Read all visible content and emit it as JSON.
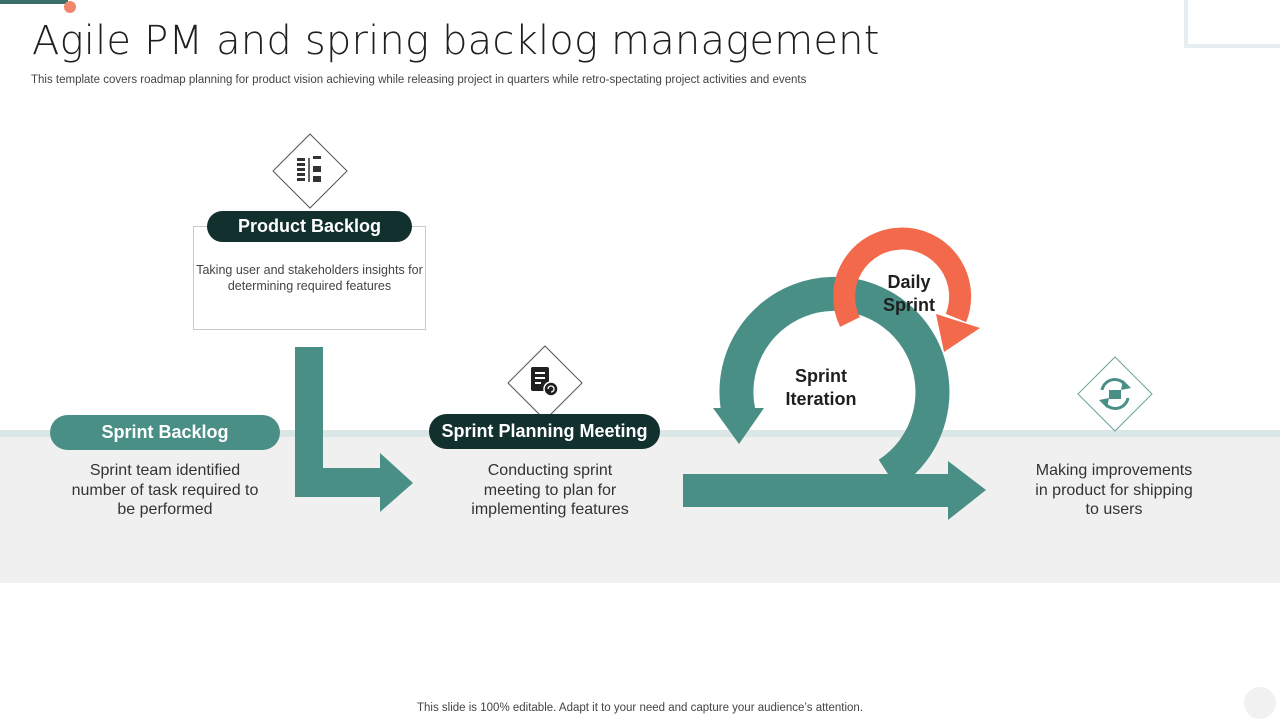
{
  "header": {
    "title": "Agile PM and spring backlog management",
    "subtitle": "This template covers roadmap planning for product vision achieving while releasing project in quarters while retro-spectating project activities and events"
  },
  "steps": {
    "product_backlog": {
      "label": "Product Backlog",
      "description": "Taking user and stakeholders insights for determining required features",
      "icon": "backlog-list-icon"
    },
    "sprint_backlog": {
      "label": "Sprint Backlog",
      "description": "Sprint team identified number of task required to be performed"
    },
    "sprint_planning": {
      "label": "Sprint Planning Meeting",
      "description": "Conducting sprint meeting to plan for implementing features",
      "icon": "planning-document-icon"
    },
    "sprint_iteration": {
      "label": "Sprint Iteration"
    },
    "daily_sprint": {
      "label": "Daily Sprint"
    },
    "improvements": {
      "description": "Making improvements in product for shipping to users",
      "icon": "shipping-cycle-icon"
    }
  },
  "footer": {
    "text": "This slide is 100% editable. Adapt it to your need and capture your audience’s attention."
  },
  "colors": {
    "teal": "#4a8f86",
    "dark_teal": "#12302e",
    "orange": "#f26a4b",
    "band": "#f0f0f0"
  }
}
